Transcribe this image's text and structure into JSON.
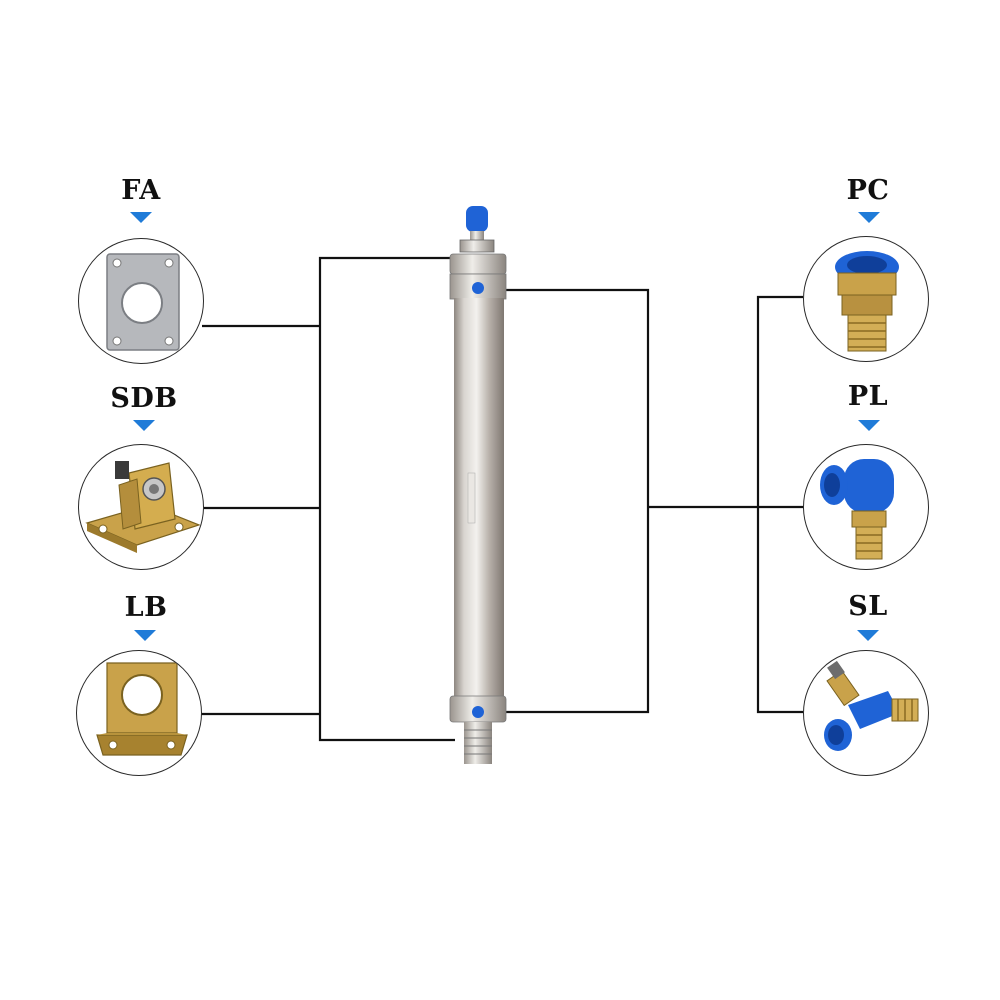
{
  "mounts": [
    {
      "id": "fa",
      "label": "FA",
      "icon": "flange-plate-icon"
    },
    {
      "id": "sdb",
      "label": "SDB",
      "icon": "clevis-bracket-icon"
    },
    {
      "id": "lb",
      "label": "LB",
      "icon": "foot-bracket-icon"
    }
  ],
  "fittings": [
    {
      "id": "pc",
      "label": "PC",
      "icon": "straight-push-fitting-icon"
    },
    {
      "id": "pl",
      "label": "PL",
      "icon": "elbow-push-fitting-icon"
    },
    {
      "id": "sl",
      "label": "SL",
      "icon": "flow-control-valve-icon"
    }
  ],
  "colors": {
    "arrow": "#1f7bd8",
    "fitting_blue": "#1f63d6",
    "brass": "#c9a24a",
    "steel": "#b9b3ad"
  }
}
